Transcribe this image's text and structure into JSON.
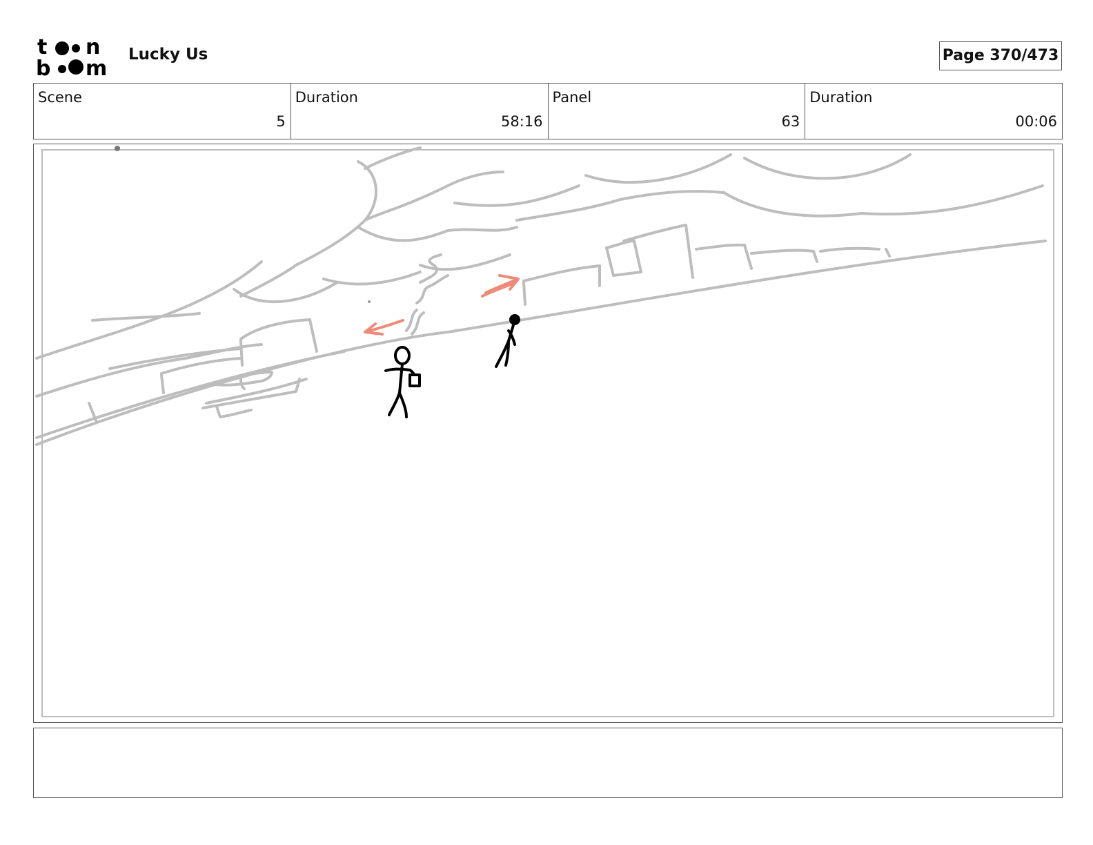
{
  "header": {
    "logo_label": "toon boom",
    "project_title": "Lucky Us",
    "page_counter": "Page 370/473"
  },
  "info": [
    {
      "label": "Scene",
      "value": "5"
    },
    {
      "label": "Duration",
      "value": "58:16"
    },
    {
      "label": "Panel",
      "value": "63"
    },
    {
      "label": "Duration",
      "value": "00:06"
    }
  ],
  "notes": {
    "text": ""
  },
  "colors": {
    "sketch_gray": "#bdbdbd",
    "arrow_salmon": "#f08a78",
    "figure_black": "#000000"
  }
}
